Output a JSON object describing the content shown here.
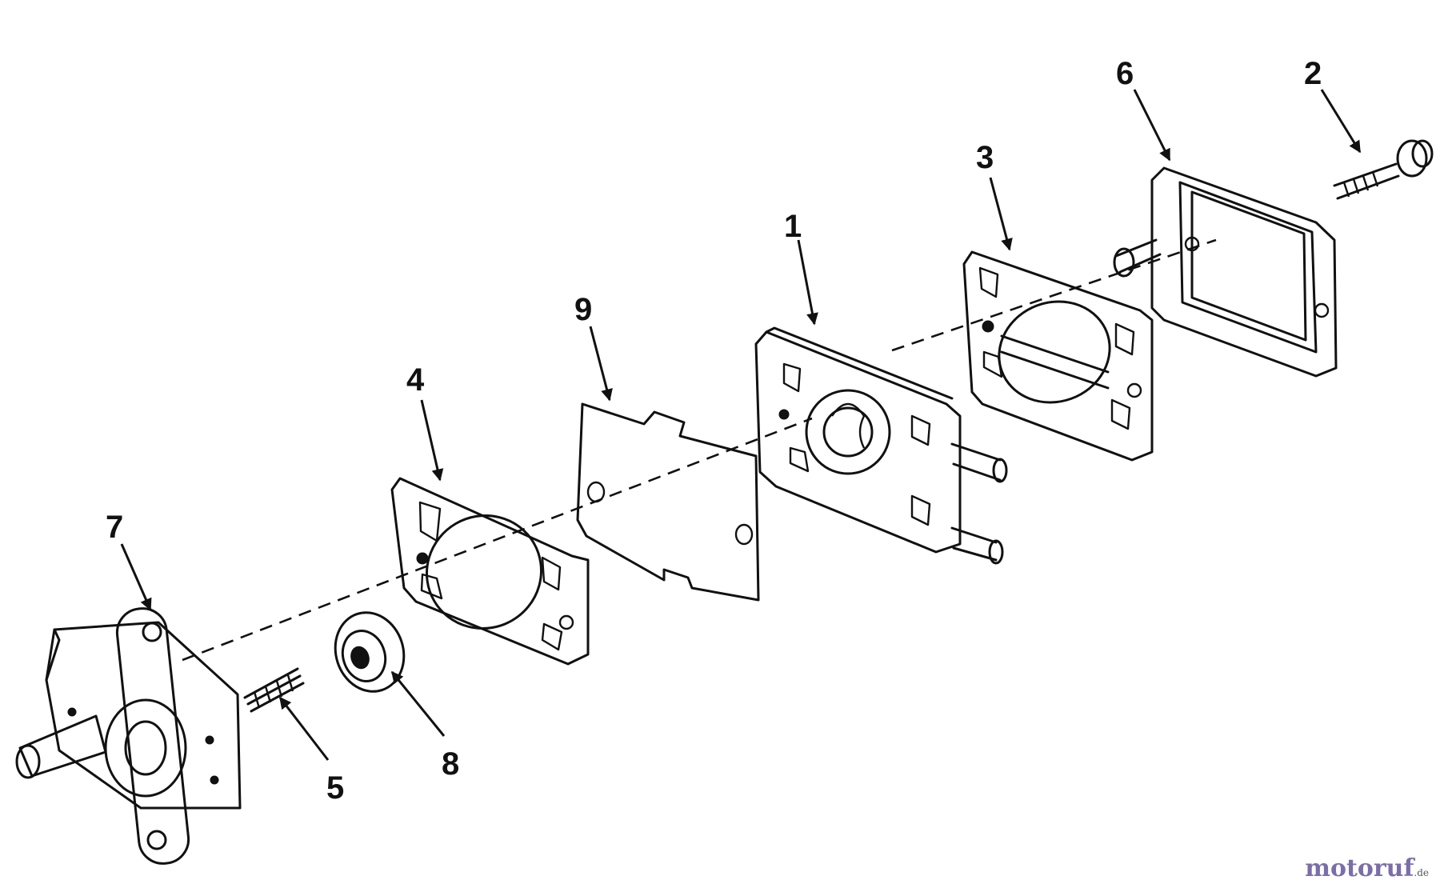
{
  "callouts": {
    "n1": "1",
    "n2": "2",
    "n3": "3",
    "n4": "4",
    "n5": "5",
    "n6": "6",
    "n7": "7",
    "n8": "8",
    "n9": "9"
  },
  "watermark": {
    "brand": "motoruf",
    "tld": ".de"
  },
  "colors": {
    "line": "#111111",
    "watermark": "#7b6ea8"
  }
}
